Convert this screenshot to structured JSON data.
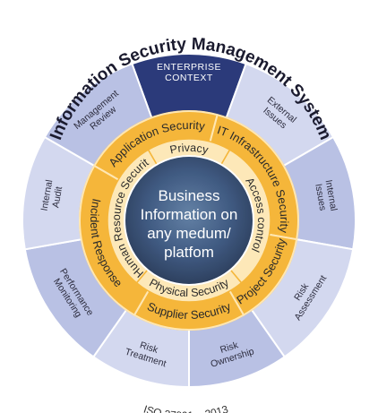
{
  "title": "Information Security Management System",
  "footer": "ISO 27001 – 2013",
  "outer_segments": [
    {
      "key": "enterprise-context",
      "lines": [
        "ENTERPRISE",
        "CONTEXT"
      ],
      "highlight": true
    },
    {
      "key": "external-issues",
      "lines": [
        "External",
        "Issues"
      ]
    },
    {
      "key": "internal-issues",
      "lines": [
        "Internal",
        "Issues"
      ]
    },
    {
      "key": "risk-assessment",
      "lines": [
        "Risk",
        "Assessment"
      ]
    },
    {
      "key": "risk-ownership",
      "lines": [
        "Risk",
        "Ownership"
      ]
    },
    {
      "key": "risk-treatment",
      "lines": [
        "Risk",
        "Treatment"
      ]
    },
    {
      "key": "performance-monitoring",
      "lines": [
        "Performance",
        "Monitoring"
      ]
    },
    {
      "key": "internal-audit",
      "lines": [
        "Internal",
        "Audit"
      ]
    },
    {
      "key": "management-review",
      "lines": [
        "Management",
        "Review"
      ]
    }
  ],
  "orange_ring": [
    "IT Infrastructure Security",
    "Project Security",
    "Supplier Security",
    "Incident Response",
    "Application Security"
  ],
  "inner_ring": [
    "Privacy",
    "Access control",
    "Physical Security",
    "Human Resource Security"
  ],
  "center": {
    "lines": [
      "Business",
      "Information on",
      "any medum/",
      "platfom"
    ]
  },
  "colors": {
    "navy": "#2b3a7a",
    "lavender": "#d3d8ef",
    "lavender_dark": "#b9c1e4",
    "orange": "#f5b63a",
    "orange_light": "#fbd98c",
    "inner_cream": "#fde8b8",
    "center_dark": "#2a3b5c"
  }
}
